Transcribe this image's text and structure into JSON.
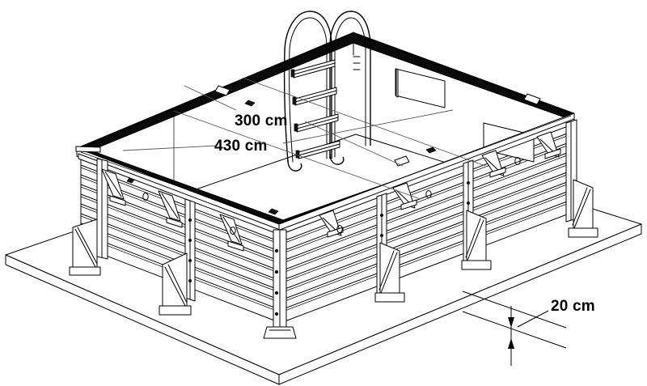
{
  "drawing": {
    "title": "Above-ground wooden pool assembly drawing",
    "background_color": "#ffffff",
    "line_color": "#000000",
    "rail_color": "#111111",
    "panel_fill": "#ffffff",
    "slab_fill": "#ffffff"
  },
  "dimensions": {
    "length": {
      "value": "430 cm",
      "name": "pool-length-dimension"
    },
    "width": {
      "value": "300 cm",
      "name": "pool-width-dimension"
    },
    "slab_thickness": {
      "value": "20 cm",
      "name": "slab-thickness-dimension"
    }
  },
  "components": {
    "top_rail": "top-coping-rail",
    "wall_panels": "wood-slat-wall",
    "corner_posts": "vertical-corner-post",
    "braces": "angled-support-brace",
    "ladder": "pool-ladder",
    "ladder_steps": 4,
    "handrails": 2,
    "slab": "concrete-base-slab",
    "skimmer": "skimmer-panel",
    "return_inlet": "return-inlet-panel"
  }
}
